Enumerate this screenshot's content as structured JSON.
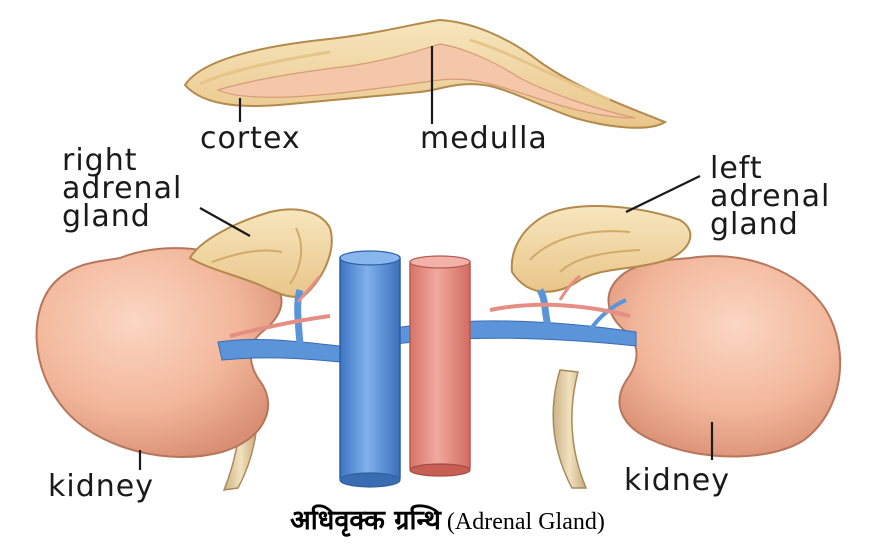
{
  "labels": {
    "cortex": "cortex",
    "medulla": "medulla",
    "right_adrenal": [
      "right",
      "adrenal",
      "gland"
    ],
    "left_adrenal": [
      "left",
      "adrenal",
      "gland"
    ],
    "kidney_left": "kidney",
    "kidney_right": "kidney"
  },
  "caption": {
    "hindi": "अधिवृक्क ग्रन्थि",
    "english": "(Adrenal Gland)"
  },
  "colors": {
    "kidney": "#f2b79b",
    "gland": "#f3d9a0",
    "vein": "#5b94d8",
    "artery": "#e58f84",
    "ureter": "#e6cfa4"
  }
}
